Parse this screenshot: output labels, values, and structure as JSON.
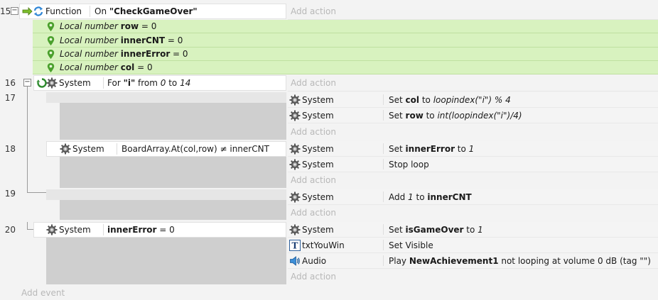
{
  "line_numbers": {
    "l15": "15",
    "l16": "16",
    "l17": "17",
    "l18": "18",
    "l19": "19",
    "l20": "20"
  },
  "collapse_symbol": "−",
  "add_action": "Add action",
  "add_event": "Add event",
  "function_event": {
    "object": "Function",
    "cond_prefix": "On ",
    "cond_name": "\"CheckGameOver\""
  },
  "local_vars": [
    {
      "prefix": "Local number ",
      "name": "row",
      "eq": " = ",
      "value": "0"
    },
    {
      "prefix": "Local number ",
      "name": "innerCNT",
      "eq": " = ",
      "value": "0"
    },
    {
      "prefix": "Local number ",
      "name": "innerError",
      "eq": " = ",
      "value": "0"
    },
    {
      "prefix": "Local number ",
      "name": "col",
      "eq": " = ",
      "value": "0"
    }
  ],
  "event16": {
    "object": "System",
    "cond_a": "For ",
    "cond_b": "\"i\"",
    "cond_c": " from ",
    "cond_d": "0",
    "cond_e": " to ",
    "cond_f": "14"
  },
  "event17": {
    "actions": [
      {
        "object": "System",
        "d1": "Set ",
        "d2": "col",
        "d3": " to ",
        "d4": "loopindex(\"i\") % 4"
      },
      {
        "object": "System",
        "d1": "Set ",
        "d2": "row",
        "d3": " to ",
        "d4": "int(loopindex(\"i\")/4)"
      }
    ]
  },
  "event18": {
    "object": "System",
    "condition": "BoardArray.At(col,row) ≠ innerCNT",
    "actions": [
      {
        "object": "System",
        "d1": "Set ",
        "d2": "innerError",
        "d3": " to ",
        "d4": "1"
      },
      {
        "object": "System",
        "d1": "Stop loop"
      }
    ]
  },
  "event19": {
    "actions": [
      {
        "object": "System",
        "d1": "Add ",
        "d2": "1",
        "d3": " to ",
        "d4": "innerCNT"
      }
    ]
  },
  "event20": {
    "object": "System",
    "cond_name": "innerError",
    "cond_rest": " = 0",
    "actions": [
      {
        "object": "System",
        "d1": "Set ",
        "d2": "isGameOver",
        "d3": " to ",
        "d4": "1"
      },
      {
        "object": "txtYouWin",
        "d1": "Set Visible"
      },
      {
        "object": "Audio",
        "d1": "Play ",
        "d2": "NewAchievement1",
        "d3": " not looping at volume 0 dB (tag \"\")"
      }
    ]
  },
  "colors": {
    "green_var_bg": "#d8f2bf",
    "condition_bg": "#ffffff",
    "gray_block": "#cfcfcf",
    "add_text": "#b8b8b8"
  }
}
